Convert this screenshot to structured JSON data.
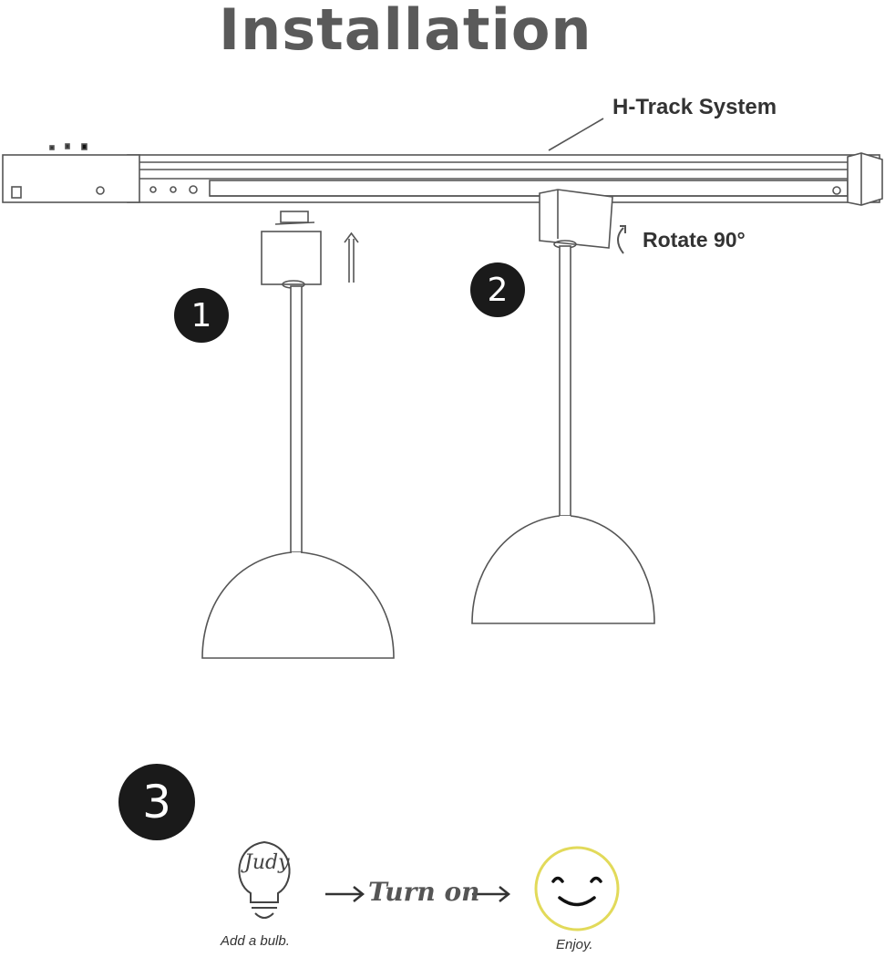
{
  "title": "Installation",
  "track_label": "H-Track System",
  "rotate_label": "Rotate 90°",
  "steps": [
    "1",
    "2",
    "3"
  ],
  "step3": {
    "bulb_logo": "Judy",
    "bulb_caption": "Add a bulb.",
    "action": "Turn on",
    "result_caption": "Enjoy."
  },
  "colors": {
    "smiley_ring": "#e2da5a",
    "badge": "#1a1a1a",
    "title": "#5a5a5a"
  }
}
